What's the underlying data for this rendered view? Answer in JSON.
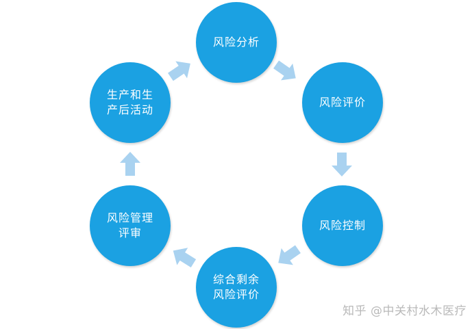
{
  "diagram": {
    "nodes": [
      {
        "id": "analysis",
        "label": "风险分析"
      },
      {
        "id": "evaluation",
        "label": "风险评价"
      },
      {
        "id": "control",
        "label": "风险控制"
      },
      {
        "id": "residual",
        "label": "综合剩余\n风险评价"
      },
      {
        "id": "review",
        "label": "风险管理\n评审"
      },
      {
        "id": "production",
        "label": "生产和生\n产后活动"
      }
    ],
    "colors": {
      "node": "#1ba1e2",
      "arrow": "#a9d2f0",
      "watermark": "#b9b9b9"
    },
    "arrow_icon": "block-arrow-icon"
  },
  "watermark": {
    "text": "知乎 @中关村水木医疗"
  }
}
